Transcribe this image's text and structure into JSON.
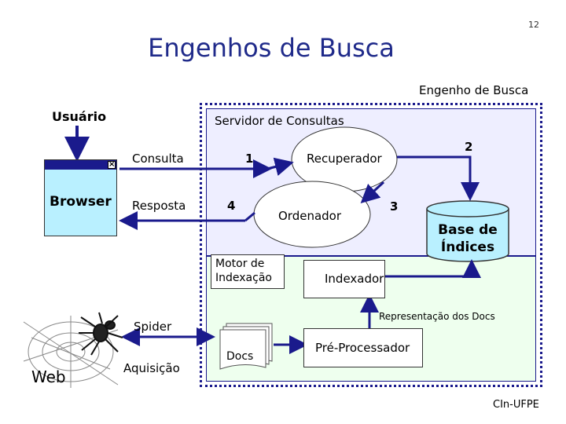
{
  "slide": {
    "number": "12",
    "title": "Engenhos de Busca",
    "footer": "CIn-UFPE"
  },
  "diagram": {
    "engine_label": "Engenho de Busca",
    "user_label": "Usuário",
    "browser_label": "Browser",
    "query_server_label": "Servidor de Consultas",
    "consulta_label": "Consulta",
    "resposta_label": "Resposta",
    "step_1": "1",
    "step_2": "2",
    "step_3": "3",
    "step_4": "4",
    "recuperador_label": "Recuperador",
    "ordenador_label": "Ordenador",
    "base_indices_line1": "Base de",
    "base_indices_line2": "Índices",
    "motor_indexacao_line1": "Motor de",
    "motor_indexacao_line2": "Indexação",
    "indexador_label": "Indexador",
    "representacao_label": "Representação dos Docs",
    "spider_label": "Spider",
    "web_label": "Web",
    "aquisicao_label": "Aquisição",
    "docs_label": "Docs",
    "pre_processador_label": "Pré-Processador",
    "colors": {
      "title": "#1f2a8a",
      "upper_panel": "#eeeeff",
      "lower_panel": "#eeffee",
      "arrow": "#1a1a8c",
      "browser_fill": "#b9f0ff",
      "database_fill": "#b9f0ff"
    }
  }
}
